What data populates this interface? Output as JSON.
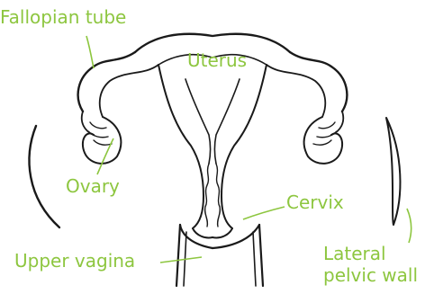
{
  "labels": {
    "fallopian_tube": "Fallopian tube",
    "uterus": "Uterus",
    "ovary": "Ovary",
    "cervix": "Cervix",
    "upper_vagina": "Upper vagina",
    "lateral_pelvic_wall_line1": "Lateral",
    "lateral_pelvic_wall_line2": "pelvic wall"
  },
  "colors": {
    "label": "#8dc63f",
    "line_art": "#1a1a1a",
    "background": "#ffffff"
  }
}
